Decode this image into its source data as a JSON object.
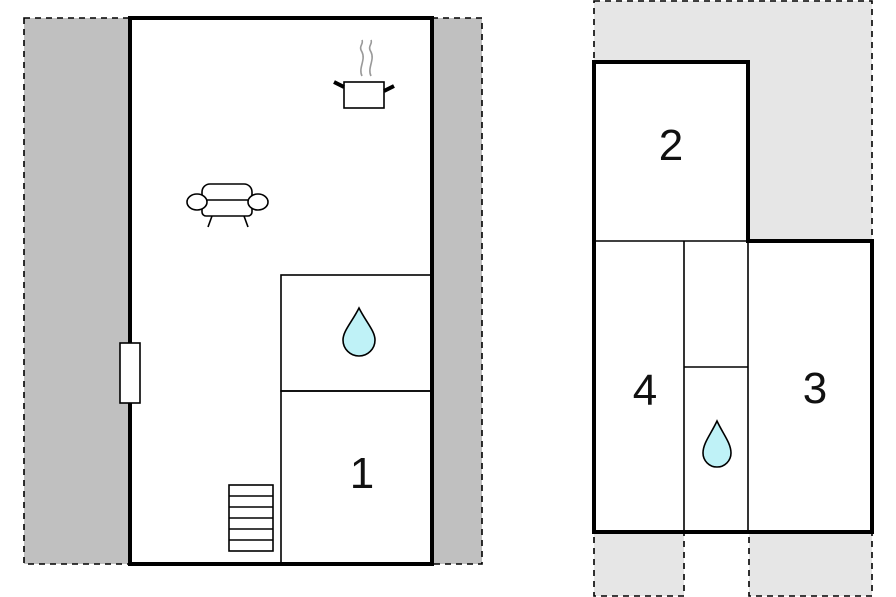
{
  "colors": {
    "wall": "#000000",
    "terrace_dark": "#c0c0c0",
    "terrace_light": "#e6e6e6",
    "water": "#bff2f7",
    "background": "#ffffff"
  },
  "floors": [
    {
      "name": "ground-floor",
      "rooms": [
        {
          "label": "1"
        }
      ],
      "icons": [
        "stove-icon",
        "sofa-icon",
        "water-drop-icon",
        "stairs-icon",
        "door-icon"
      ]
    },
    {
      "name": "upper-floor",
      "rooms": [
        {
          "label": "2"
        },
        {
          "label": "3"
        },
        {
          "label": "4"
        }
      ],
      "icons": [
        "water-drop-icon"
      ]
    }
  ]
}
